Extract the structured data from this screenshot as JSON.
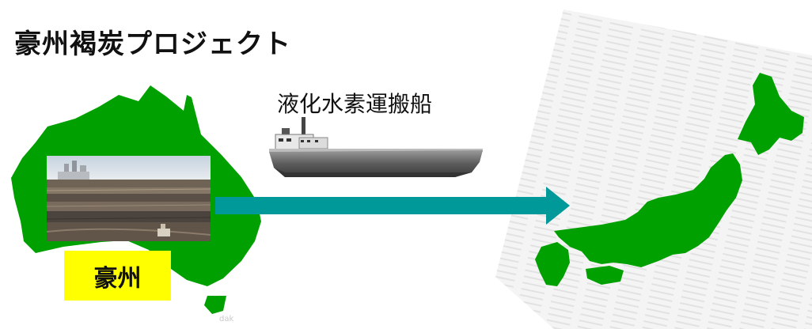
{
  "title": "豪州褐炭プロジェクト",
  "ship": {
    "label": "液化水素運搬船",
    "icon": "hydrogen-carrier-ship-icon"
  },
  "origin": {
    "label": "豪州",
    "map_icon": "australia-map-icon",
    "photo": "lignite-mine-photo"
  },
  "destination": {
    "map_icon": "japan-map-icon"
  },
  "watermark": "dak",
  "colors": {
    "map_green": "#00a000",
    "arrow_teal": "#009999",
    "badge_yellow": "#ffff00"
  }
}
